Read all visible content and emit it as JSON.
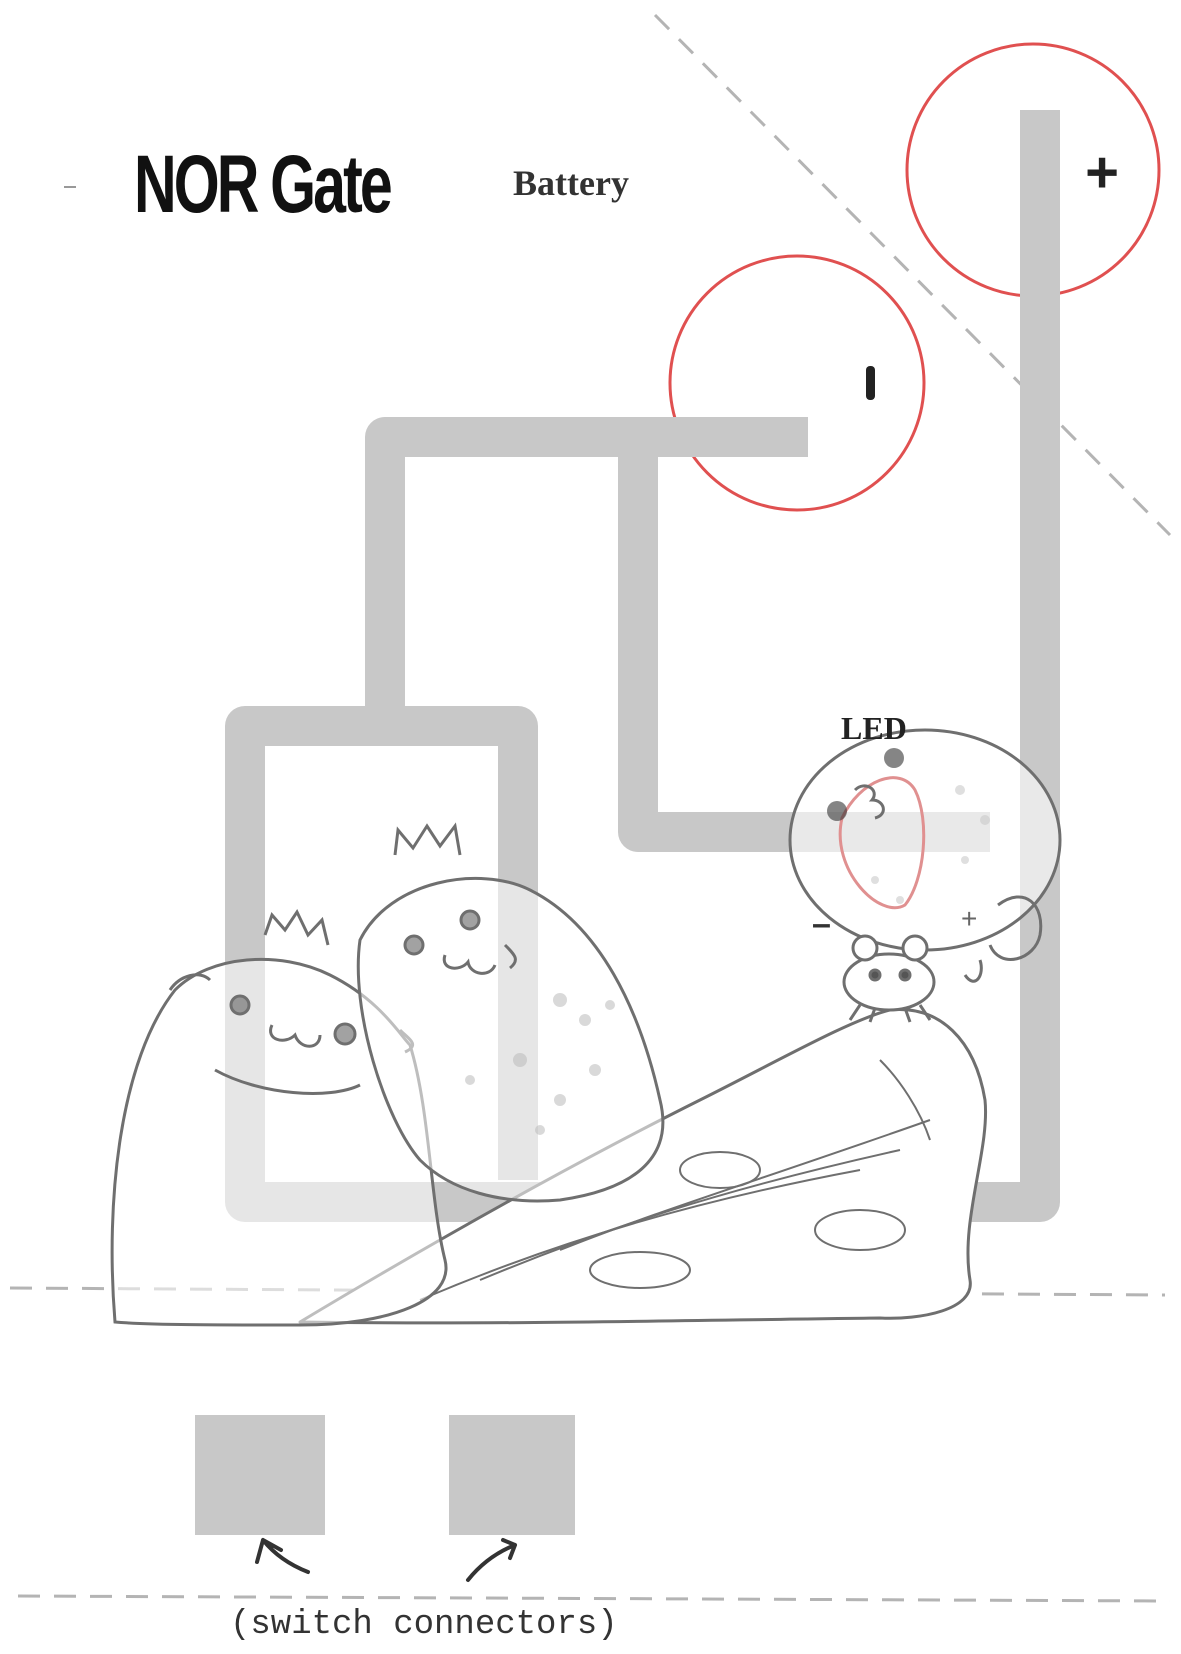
{
  "title": "NOR Gate",
  "labels": {
    "battery": "Battery",
    "battery_positive": "+",
    "battery_negative": "I",
    "led": "LED",
    "led_minus": "–",
    "led_plus": "+",
    "switch_connectors": "(switch connectors)"
  },
  "colors": {
    "trace": "#c8c8c8",
    "battery_outline": "#e05050",
    "guide_dash": "#b4b4b4",
    "sketch": "#6f6f6f"
  },
  "illustration": {
    "characters": [
      "seal-with-crown",
      "seal-with-crown",
      "pufferfish-led",
      "crab"
    ],
    "scenery": "driftwood-log"
  }
}
